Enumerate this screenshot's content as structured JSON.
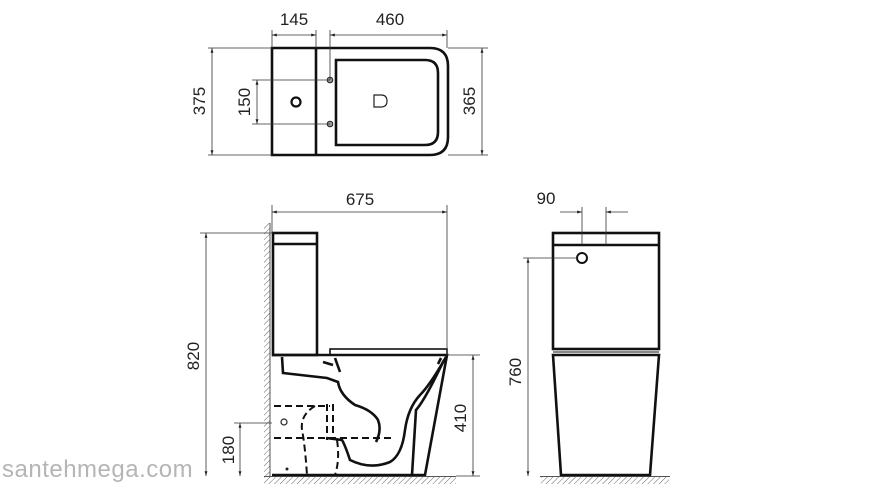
{
  "dimensions": {
    "top_view": {
      "tank_depth": "145",
      "seat_length": "460",
      "total_width": "375",
      "inlet_spacing": "150",
      "seat_width": "365"
    },
    "side_view": {
      "total_length": "675",
      "total_height": "820",
      "seat_height": "410",
      "outlet_height": "180"
    },
    "front_view": {
      "inlet_offset": "90",
      "inlet_height": "760"
    }
  },
  "watermark": "santehmega.com"
}
